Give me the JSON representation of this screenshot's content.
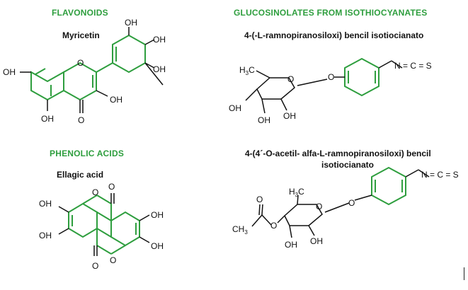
{
  "colors": {
    "heading": "#2e9e3e",
    "bond_black": "#111111",
    "bond_green": "#2e9e3e"
  },
  "headings": {
    "flavonoids": "FLAVONOIDS",
    "glucosinolates": "GLUCOSINOLATES FROM ISOTHIOCYANATES",
    "phenolic": "PHENOLIC ACIDS"
  },
  "compounds": {
    "myricetin": {
      "name": "Myricetin",
      "labels": {
        "oh1": "OH",
        "oh2": "OH",
        "oh3": "OH",
        "oh4": "OH",
        "oh5": "OH",
        "oh6": "OH",
        "o_ring": "O",
        "o_keto": "O"
      }
    },
    "ellagic": {
      "name": "Ellagic acid",
      "labels": {
        "oh1": "OH",
        "oh2": "OH",
        "oh3": "OH",
        "oh4": "OH",
        "o1": "O",
        "o2": "O",
        "o3": "O",
        "o4": "O"
      }
    },
    "gluco1": {
      "name": "4-(-L-ramnopiranosiloxi) bencil isotiocianato",
      "labels": {
        "ncs": "N = C = S",
        "o_link": "O",
        "o_ring": "O",
        "h3c": "H",
        "h3c_sub": "3",
        "h3c_c": "C",
        "oh1": "OH",
        "oh2": "OH",
        "oh3": "OH"
      }
    },
    "gluco2": {
      "name_line1": "4-(4´-O-acetil- alfa-L-ramnopiranosiloxi) bencil",
      "name_line2": "isotiocianato",
      "labels": {
        "ncs": "N = C = S",
        "o_link": "O",
        "o_ring": "O",
        "o_acetyl": "O",
        "o_carbonyl": "O",
        "ch3": "CH",
        "ch3_sub": "3",
        "h3c": "H",
        "h3c_sub": "3",
        "h3c_c": "C",
        "oh1": "OH",
        "oh2": "OH"
      }
    }
  }
}
